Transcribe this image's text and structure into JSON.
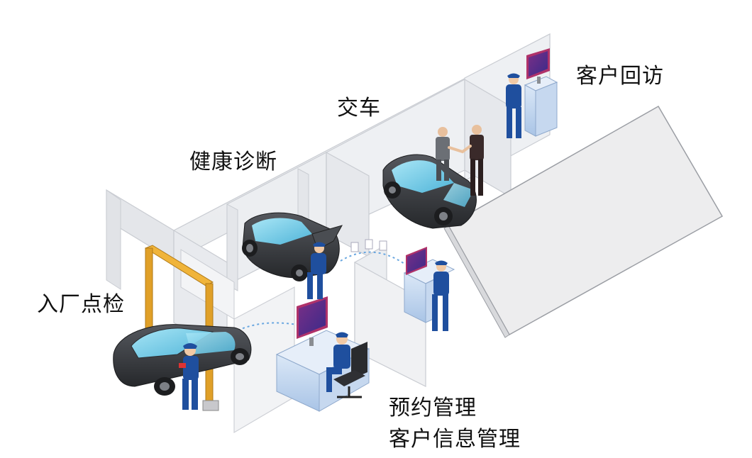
{
  "labels": {
    "entry_inspection": "入厂点检",
    "health_diagnosis": "健康诊断",
    "delivery": "交车",
    "customer_followup": "客户回访",
    "appointment_management": "预约管理",
    "customer_info_management": "客户信息管理"
  },
  "colors": {
    "wall": "#f4f5f7",
    "wall_edge": "#c9ccd2",
    "floor": "#ffffff",
    "car_body": "#3a3c40",
    "car_glass": "#7fd0ea",
    "uniform": "#1f4f9e",
    "gate": "#e0a028",
    "desk": "#bcd3ee",
    "screen_frame": "#b0326a",
    "screen": "#5a2a8a",
    "dash_link": "#6aa7e0"
  },
  "icons": [
    "car-icon",
    "technician-icon",
    "monitor-icon",
    "handshake-icon",
    "inspection-gate-icon",
    "clipboard-icon"
  ]
}
